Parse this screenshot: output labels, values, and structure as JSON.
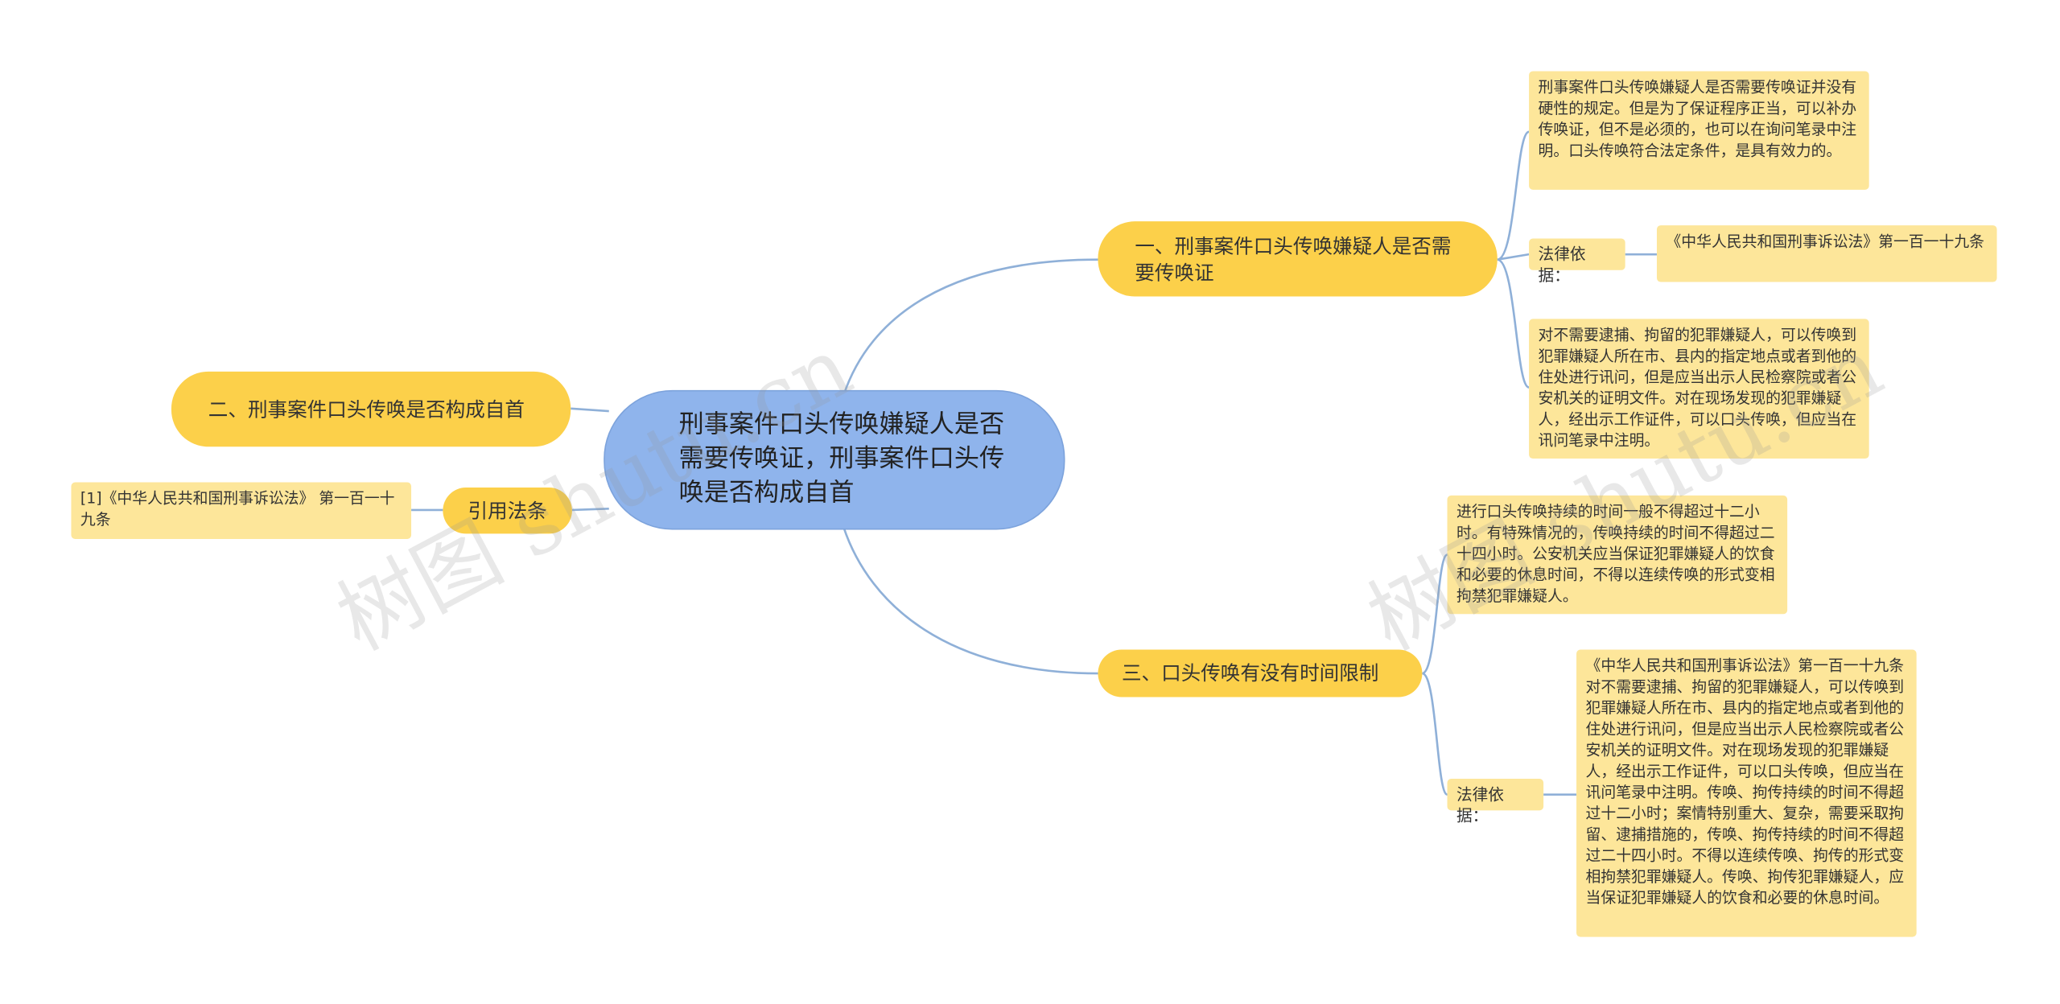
{
  "root": {
    "text": "刑事案件口头传唤嫌疑人是否需要传唤证，刑事案件口头传唤是否构成自首"
  },
  "branches": {
    "b1": {
      "title": "一、刑事案件口头传唤嫌疑人是否需要传唤证",
      "note1": "刑事案件口头传唤嫌疑人是否需要传唤证并没有硬性的规定。但是为了保证程序正当，可以补办传唤证，但不是必须的，也可以在询问笔录中注明。口头传唤符合法定条件，是具有效力的。",
      "basis_label": "法律依据：",
      "basis_text": "《中华人民共和国刑事诉讼法》第一百一十九条",
      "note2": "对不需要逮捕、拘留的犯罪嫌疑人，可以传唤到犯罪嫌疑人所在市、县内的指定地点或者到他的住处进行讯问，但是应当出示人民检察院或者公安机关的证明文件。对在现场发现的犯罪嫌疑人，经出示工作证件，可以口头传唤，但应当在讯问笔录中注明。"
    },
    "b2": {
      "title": "二、刑事案件口头传唤是否构成自首"
    },
    "b3": {
      "title": "三、口头传唤有没有时间限制",
      "note1": "进行口头传唤持续的时间一般不得超过十二小时。有特殊情况的，传唤持续的时间不得超过二十四小时。公安机关应当保证犯罪嫌疑人的饮食和必要的休息时间，不得以连续传唤的形式变相拘禁犯罪嫌疑人。",
      "basis_label": "法律依据：",
      "basis_text": "《中华人民共和国刑事诉讼法》第一百一十九条 对不需要逮捕、拘留的犯罪嫌疑人，可以传唤到犯罪嫌疑人所在市、县内的指定地点或者到他的住处进行讯问，但是应当出示人民检察院或者公安机关的证明文件。对在现场发现的犯罪嫌疑人，经出示工作证件，可以口头传唤，但应当在讯问笔录中注明。传唤、拘传持续的时间不得超过十二小时；案情特别重大、复杂，需要采取拘留、逮捕措施的，传唤、拘传持续的时间不得超过二十四小时。不得以连续传唤、拘传的形式变相拘禁犯罪嫌疑人。传唤、拘传犯罪嫌疑人，应当保证犯罪嫌疑人的饮食和必要的休息时间。"
    },
    "b4": {
      "title": "引用法条",
      "ref": "[1]《中华人民共和国刑事诉讼法》 第一百一十九条"
    }
  },
  "watermark": {
    "text": "树图 shutu.cn"
  },
  "colors": {
    "root": "#8fb4ec",
    "main": "#fcd04a",
    "leaf": "#fde69a",
    "line": "#8fb0d8"
  }
}
